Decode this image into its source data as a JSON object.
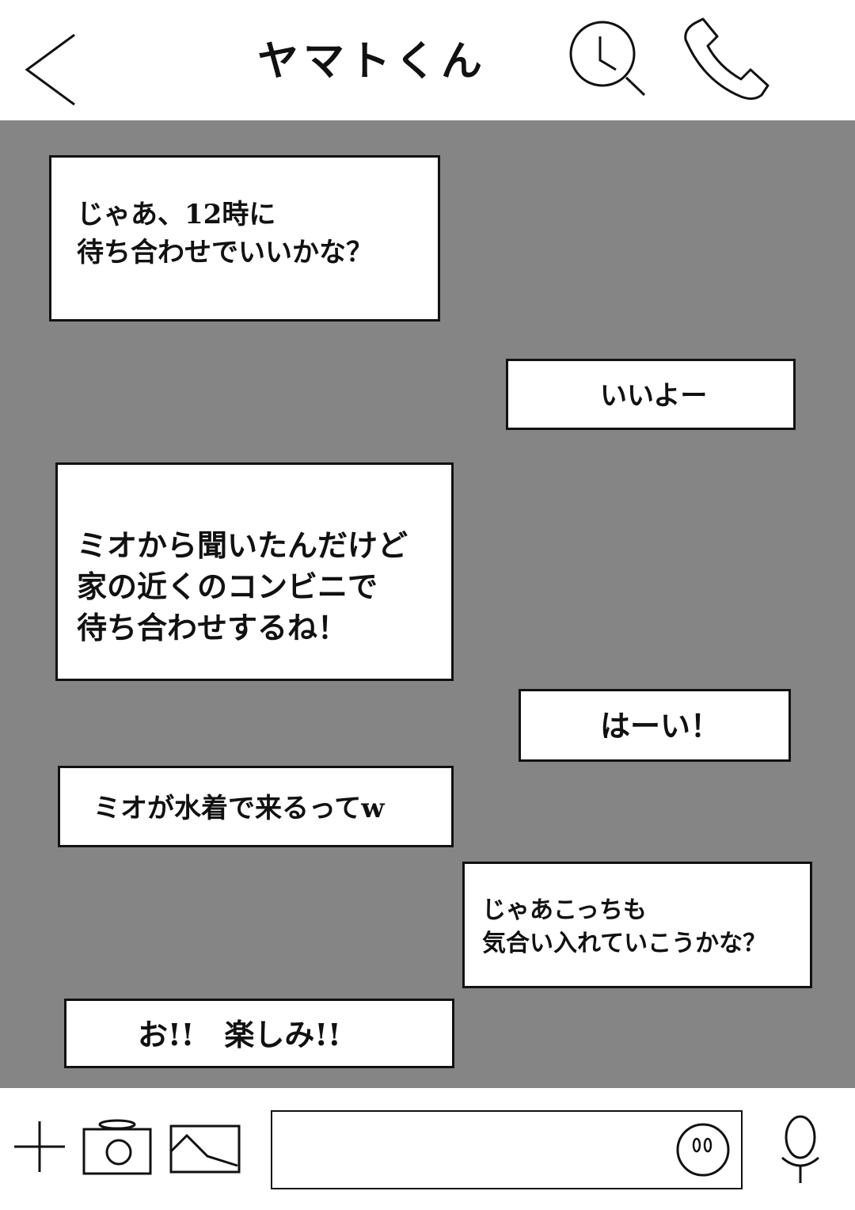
{
  "header": {
    "title": "ヤマトくん",
    "back_icon": "chevron-left-icon",
    "search_icon": "clock-search-icon",
    "call_icon": "phone-icon"
  },
  "messages": [
    {
      "side": "left",
      "text": "じゃあ、12時に\n待ち合わせでいいかな？"
    },
    {
      "side": "right",
      "text": "いいよー"
    },
    {
      "side": "left",
      "text": "ミオから聞いたんだけど\n家の近くのコンビニで\n待ち合わせするね！"
    },
    {
      "side": "right",
      "text": "はーい！"
    },
    {
      "side": "left",
      "text": "ミオが水着で来るってw"
    },
    {
      "side": "right",
      "text": "じゃあこっちも\n気合い入れていこうかな？"
    },
    {
      "side": "left",
      "text": "お!!　楽しみ!!"
    }
  ],
  "footer": {
    "add_icon": "plus-icon",
    "camera_icon": "camera-icon",
    "image_icon": "image-icon",
    "emoji_icon": "emoji-icon",
    "mic_icon": "microphone-icon",
    "input_value": ""
  },
  "colors": {
    "chat_background": "#858585",
    "bubble_background": "#ffffff",
    "border": "#111111"
  }
}
